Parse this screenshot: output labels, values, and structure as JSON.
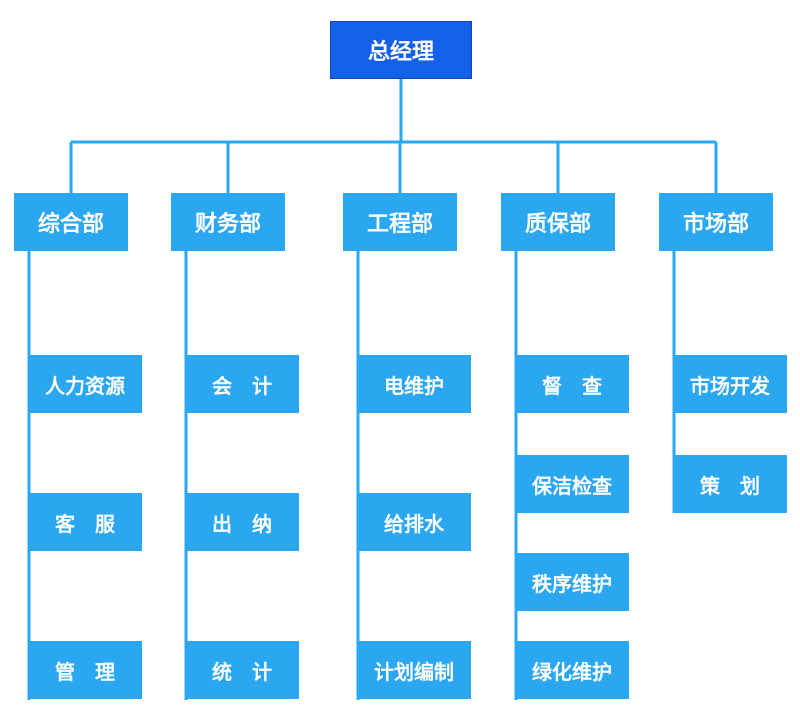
{
  "colors": {
    "root_fill": "#1560e8",
    "box_fill": "#2aa7f0",
    "line": "#2aa7f0",
    "text": "#ffffff"
  },
  "root": {
    "label": "总经理"
  },
  "departments": [
    {
      "label": "综合部",
      "items": [
        "人力资源",
        "客　服",
        "管　理"
      ]
    },
    {
      "label": "财务部",
      "items": [
        "会　计",
        "出　纳",
        "统　计"
      ]
    },
    {
      "label": "工程部",
      "items": [
        "电维护",
        "给排水",
        "计划编制"
      ]
    },
    {
      "label": "质保部",
      "items": [
        "督　查",
        "保洁检查",
        "秩序维护",
        "绿化维护"
      ]
    },
    {
      "label": "市场部",
      "items": [
        "市场开发",
        "策　划"
      ]
    }
  ]
}
